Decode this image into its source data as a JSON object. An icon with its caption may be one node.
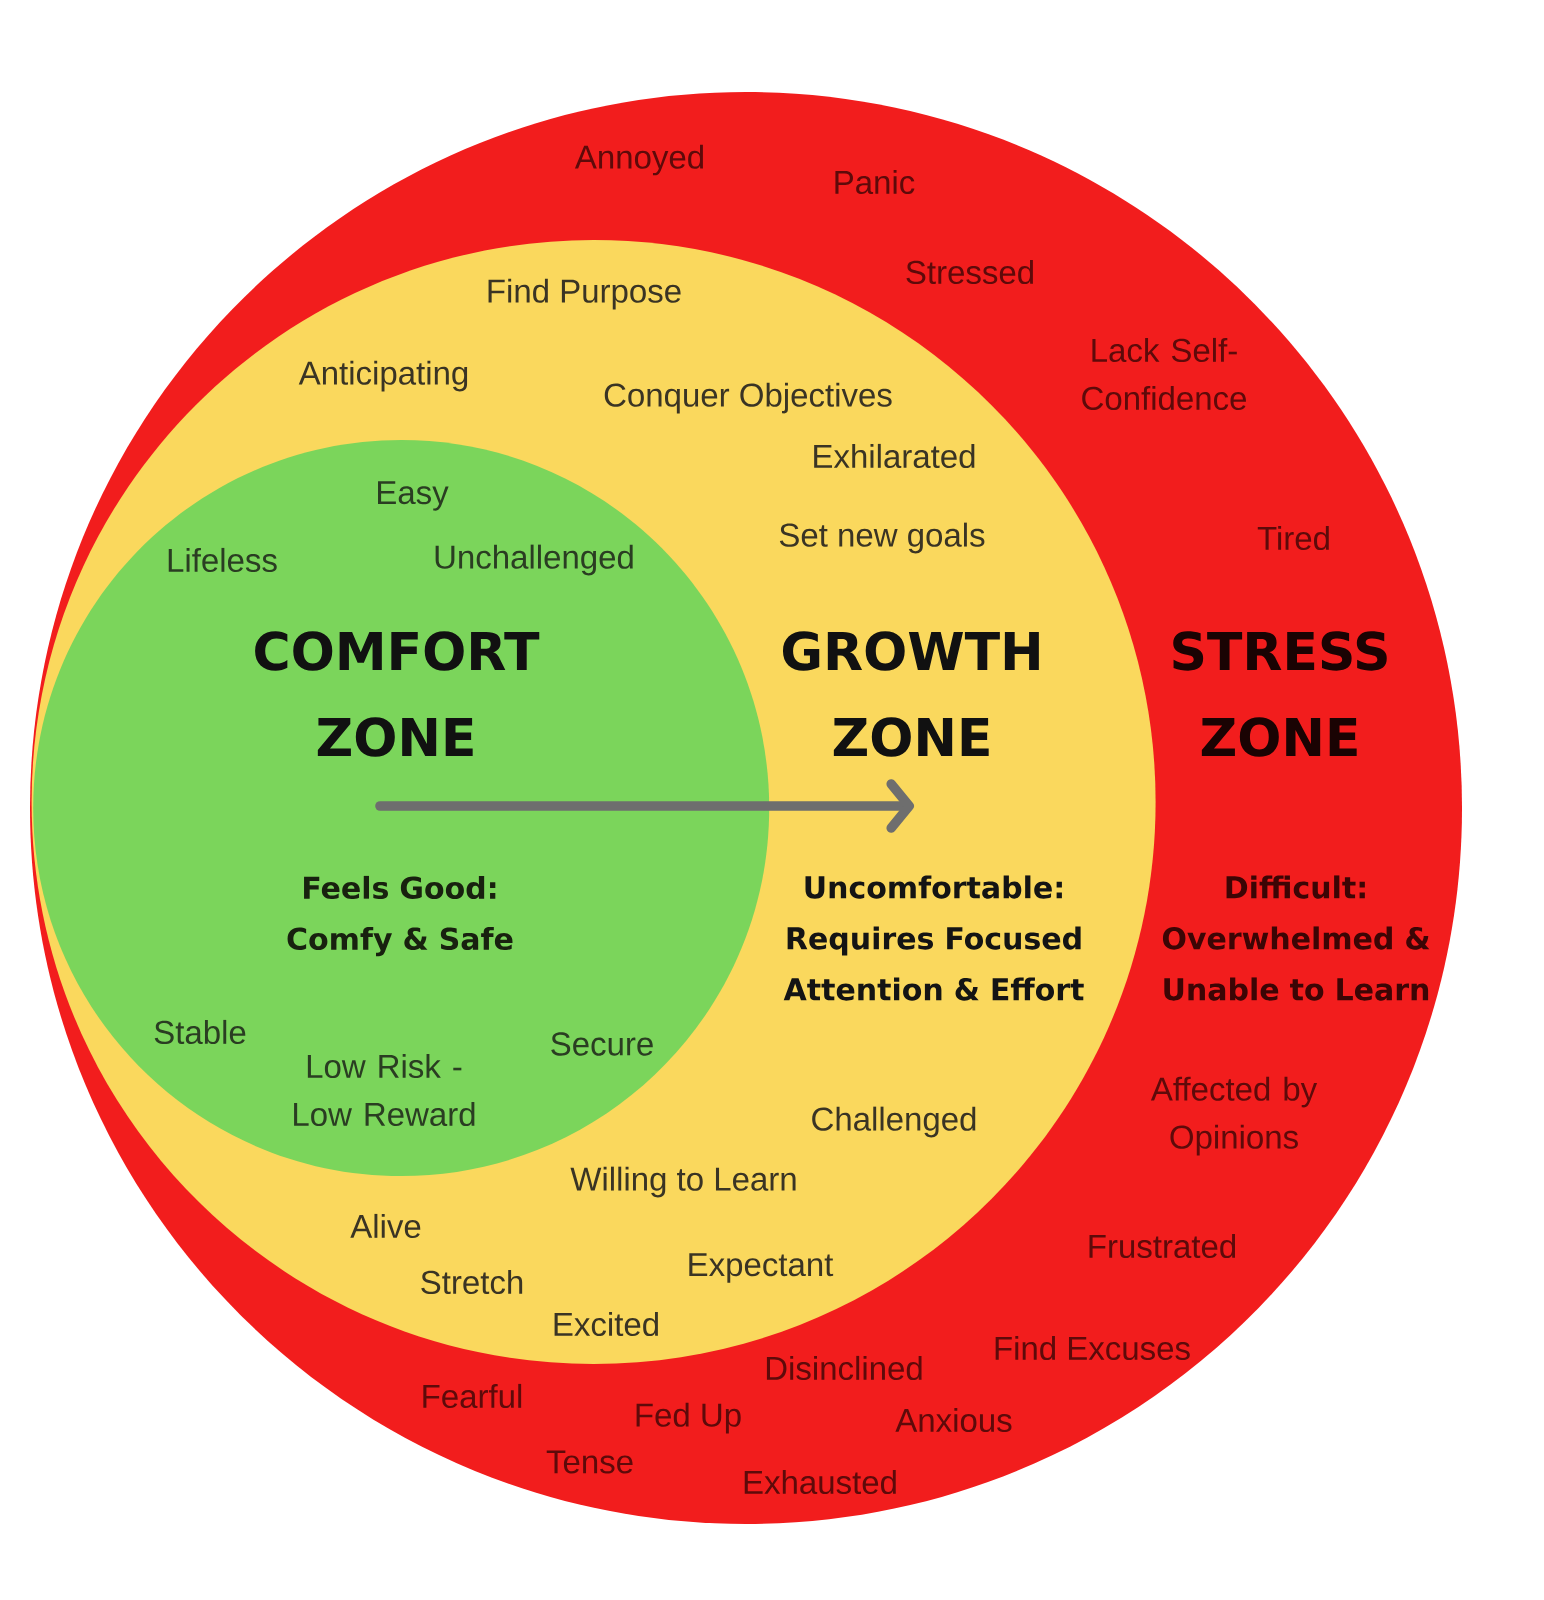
{
  "diagram": {
    "nodes": [
      {
        "text": [
          "Annoyed",
          "Panic",
          "Stressed",
          "Lack Self-Confidence",
          "Tired",
          "STRESS ZONE",
          "Difficult: Overwhelmed & Unable to Learn",
          "Affected by Opinions",
          "Frustrated",
          "Find Excuses",
          "Disinclined",
          "Fearful",
          "Fed Up",
          "Anxious",
          "Tense",
          "Exhausted"
        ]
      },
      {
        "text": [
          "Find Purpose",
          "Anticipating",
          "Conquer Objectives",
          "Exhilarated",
          "Set new goals",
          "GROWTH ZONE",
          "Uncomfortable: Requires Focused Attention & Effort",
          "Challenged",
          "Willing to Learn",
          "Alive",
          "Expectant",
          "Stretch",
          "Excited"
        ],
        "in": 0
      },
      {
        "text": [
          "Easy",
          "Lifeless",
          "Unchallenged",
          "COMFORT ZONE",
          "Feels Good: Comfy & Safe",
          "Stable",
          "Secure",
          "Low Risk - Low Reward"
        ],
        "in": 1
      }
    ]
  }
}
